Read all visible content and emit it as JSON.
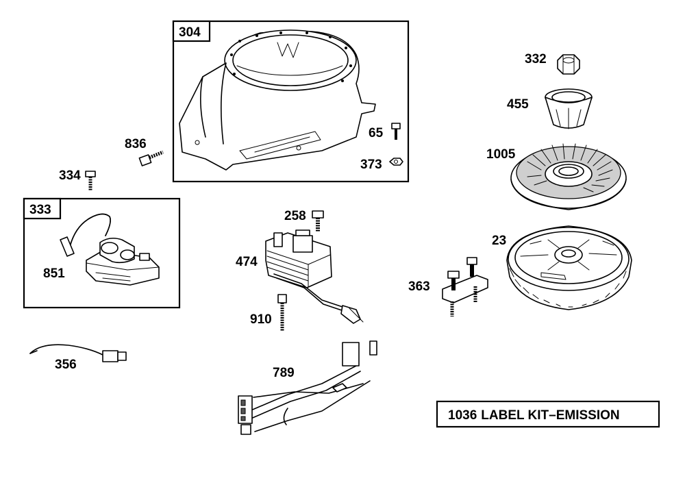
{
  "groups": {
    "g304": {
      "tag": "304"
    },
    "g333": {
      "tag": "333"
    }
  },
  "parts": {
    "p332": "332",
    "p455": "455",
    "p1005": "1005",
    "p23": "23",
    "p363": "363",
    "p836": "836",
    "p334": "334",
    "p65": "65",
    "p373": "373",
    "p851": "851",
    "p258": "258",
    "p474": "474",
    "p910": "910",
    "p356": "356",
    "p789": "789"
  },
  "kit_label": {
    "number": "1036",
    "text": "LABEL KIT–EMISSION"
  }
}
